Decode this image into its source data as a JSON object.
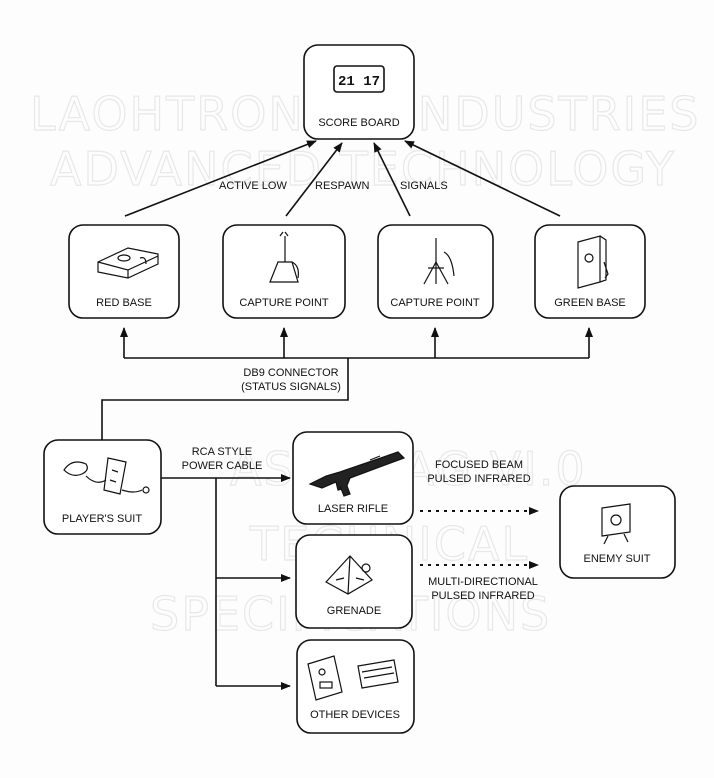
{
  "diagram": {
    "scoreboard": {
      "label": "SCORE BOARD",
      "digits": "21 17"
    },
    "connections": {
      "active_low": "ACTIVE LOW",
      "respawn": "RESPAWN",
      "signals": "SIGNALS"
    },
    "bases": {
      "red": "RED BASE",
      "capture1": "CAPTURE POINT",
      "capture2": "CAPTURE POINT",
      "green": "GREEN BASE"
    },
    "bus": {
      "line1": "DB9 CONNECTOR",
      "line2": "(STATUS SIGNALS)"
    },
    "suit": {
      "label": "PLAYER'S SUIT"
    },
    "power": {
      "line1": "RCA STYLE",
      "line2": "POWER CABLE"
    },
    "devices": {
      "rifle": "LASER RIFLE",
      "grenade": "GRENADE",
      "other": "OTHER DEVICES"
    },
    "beams": {
      "rifle_line1": "FOCUSED BEAM",
      "rifle_line2": "PULSED INFRARED",
      "grenade_line1": "MULTI-DIRECTIONAL",
      "grenade_line2": "PULSED INFRARED"
    },
    "enemy": {
      "label": "ENEMY SUIT"
    }
  }
}
